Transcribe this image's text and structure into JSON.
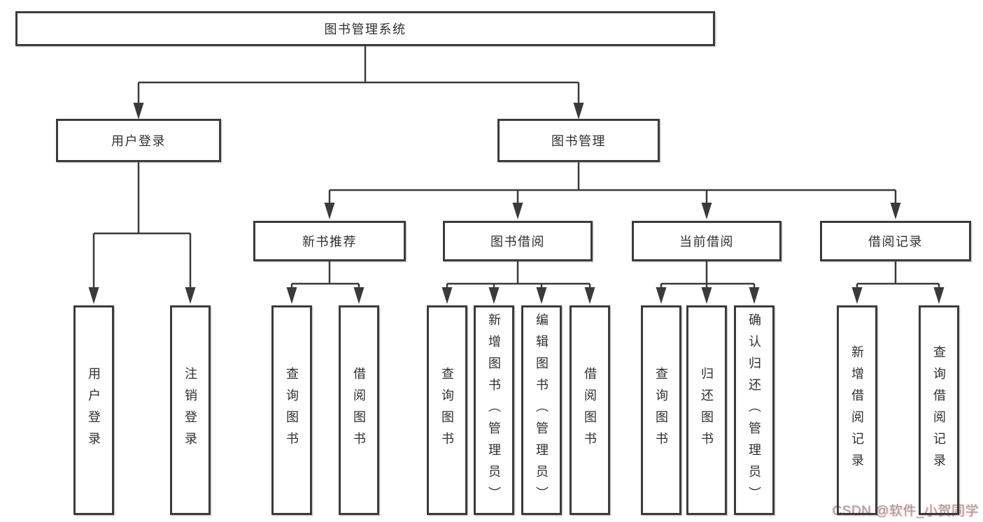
{
  "tree": {
    "root": {
      "label": "图书管理系统"
    },
    "level1": [
      {
        "label": "用户登录"
      },
      {
        "label": "图书管理"
      }
    ],
    "level2": [
      {
        "label": "新书推荐"
      },
      {
        "label": "图书借阅"
      },
      {
        "label": "当前借阅"
      },
      {
        "label": "借阅记录"
      }
    ],
    "leaves": [
      {
        "label": "用户登录"
      },
      {
        "label": "注销登录"
      },
      {
        "label": "查询图书"
      },
      {
        "label": "借阅图书"
      },
      {
        "label": "查询图书"
      },
      {
        "label": "新增图书（管理员）"
      },
      {
        "label": "编辑图书（管理员）"
      },
      {
        "label": "借阅图书"
      },
      {
        "label": "查询图书"
      },
      {
        "label": "归还图书"
      },
      {
        "label": "确认归还（管理员）"
      },
      {
        "label": "新增借阅记录"
      },
      {
        "label": "查询借阅记录"
      }
    ]
  },
  "watermark": {
    "text": "CSDN @软件_小贺同学"
  },
  "colors": {
    "line": "#3a3a3a",
    "border": "#3b3b3b",
    "text": "#2f2f2f",
    "watermark_gray": "#9f9f9f",
    "watermark_red_tint": "#fa6e6e",
    "background": "#ffffff"
  }
}
